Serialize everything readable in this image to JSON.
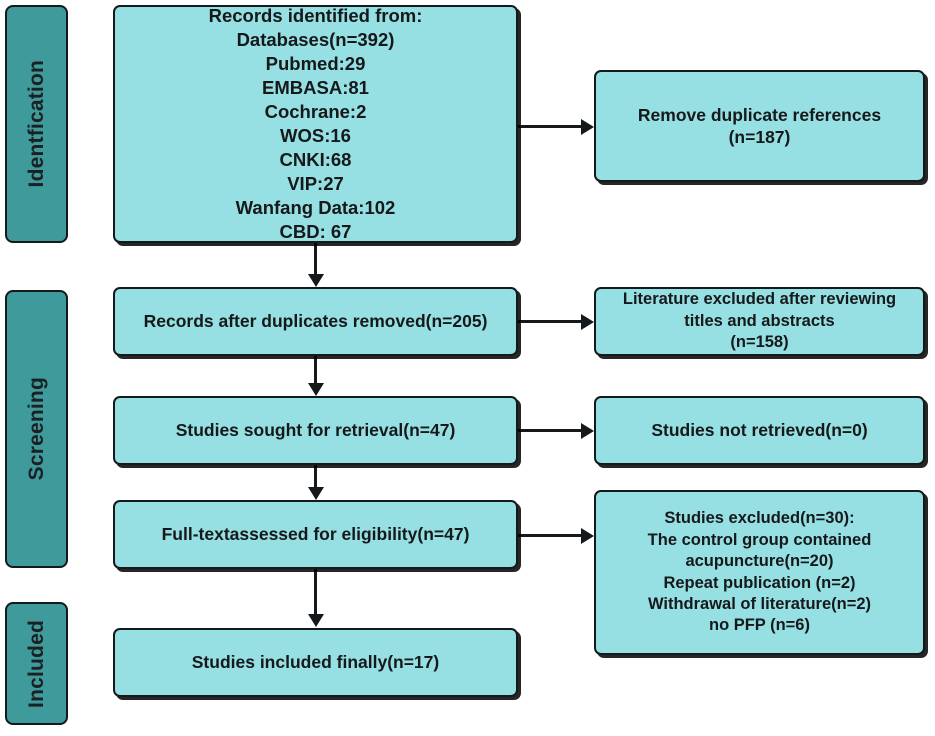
{
  "diagram": {
    "type": "prisma-flow-diagram",
    "colors": {
      "band_fill": "#3E9A9B",
      "box_fill": "#96DFE2",
      "stroke": "#15191B",
      "background": "#FFFFFF"
    },
    "stages": [
      {
        "id": "identification",
        "label": "Identfication"
      },
      {
        "id": "screening",
        "label": "Screening"
      },
      {
        "id": "included",
        "label": "Included"
      }
    ],
    "boxes": {
      "records_identified": {
        "text": "Records identified from:\nDatabases(n=392)\nPubmed:29\nEMBASA:81\nCochrane:2\nWOS:16\nCNKI:68\nVIP:27\nWanfang Data:102\nCBD:  67"
      },
      "remove_duplicates": {
        "text": "Remove duplicate references\n(n=187)"
      },
      "records_after_duplicates": {
        "text": "Records after duplicates removed(n=205)"
      },
      "literature_excluded": {
        "text": "Literature excluded after reviewing\ntitles and abstracts\n(n=158)"
      },
      "studies_sought": {
        "text": "Studies sought for retrieval(n=47)"
      },
      "studies_not_retrieved": {
        "text": "Studies not retrieved(n=0)"
      },
      "fulltext_assessed": {
        "text": "Full-textassessed for eligibility(n=47)"
      },
      "studies_excluded": {
        "text": "Studies excluded(n=30):\nThe control group contained\nacupuncture(n=20)\nRepeat publication  (n=2)\nWithdrawal of literature(n=2)\nno PFP (n=6)"
      },
      "studies_included": {
        "text": "Studies included finally(n=17)"
      }
    }
  }
}
